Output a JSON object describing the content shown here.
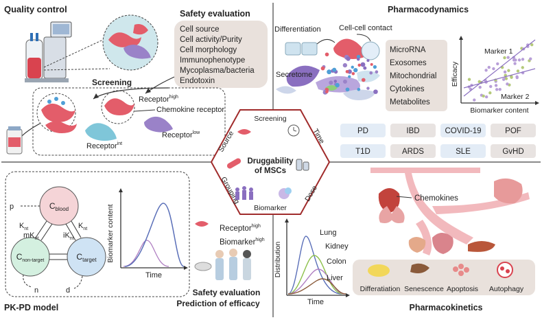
{
  "colors": {
    "pink": "#e35d6a",
    "blue": "#4f83c3",
    "purple": "#8a6fc0",
    "beige": "#e9e1dc",
    "tag": "#e3ecf6",
    "tagGrey": "#e8e3e1",
    "hex": "#a02b2b"
  },
  "quality_control": {
    "title": "Quality control",
    "safety_title": "Safety evaluation",
    "safety_items": [
      "Cell source",
      "Cell activity/Purity",
      "Cell morphology",
      "Immunophenotype",
      "Mycoplasma/bacteria",
      "Endotoxin"
    ],
    "screening": "Screening",
    "receptor_high": "Receptor",
    "receptor_high_sup": "high",
    "chemokine_receptor": "Chemokine receptor",
    "receptor_int": "Receptor",
    "receptor_int_sup": "int",
    "receptor_low": "Receptor",
    "receptor_low_sup": "low"
  },
  "pharmacodynamics": {
    "title": "Pharmacodynamics",
    "differentiation": "Differentiation",
    "cell_contact": "Cell-cell contact",
    "secretome": "Secretome",
    "mechanisms": [
      "MicroRNA",
      "Exosomes",
      "Mitochondrial",
      "Cytokines",
      "Metabolites"
    ],
    "y_axis": "Efficacy",
    "x_axis": "Biomarker content",
    "marker1": "Marker 1",
    "marker2": "Marker 2",
    "diseases": [
      "PD",
      "IBD",
      "COVID-19",
      "POF",
      "T1D",
      "ARDS",
      "SLE",
      "GvHD"
    ]
  },
  "hexagon": {
    "center_line1": "Druggability",
    "center_line2": "of MSCs",
    "labels": {
      "top": "Screening",
      "right_top": "Time",
      "right_bottom": "Dose",
      "bottom": "Biomarker",
      "left_bottom": "Grouping",
      "left_top": "Source"
    }
  },
  "pkpd": {
    "title": "PK-PD model",
    "c_blood": "C",
    "c_blood_sub": "blood",
    "c_nontarget": "C",
    "c_nontarget_sub": "non-target",
    "c_target": "C",
    "c_target_sub": "target",
    "p": "p",
    "n": "n",
    "d": "d",
    "k1": "K",
    "k1_sub": "nt",
    "mk": "mK",
    "mk_sub": "nt",
    "ik": "iK",
    "ik_sub": "nt",
    "k2": "K",
    "k2_sub": "nt",
    "plot_y": "Biomarker content",
    "plot_x": "Time",
    "receptor": "Receptor",
    "receptor_sup": "high",
    "biomarker": "Biomarker",
    "biomarker_sup": "high",
    "footer1": "Safety evaluation",
    "footer2": "Prediction of efficacy"
  },
  "pharmacokinetics": {
    "title": "Pharmacokinetics",
    "chemokines": "Chemokines",
    "y_axis": "Distribution",
    "x_axis": "Time",
    "organs": [
      "Lung",
      "Kidney",
      "Colon",
      "Liver"
    ],
    "fates": [
      "Differatiation",
      "Senescence",
      "Apoptosis",
      "Autophagy"
    ]
  }
}
